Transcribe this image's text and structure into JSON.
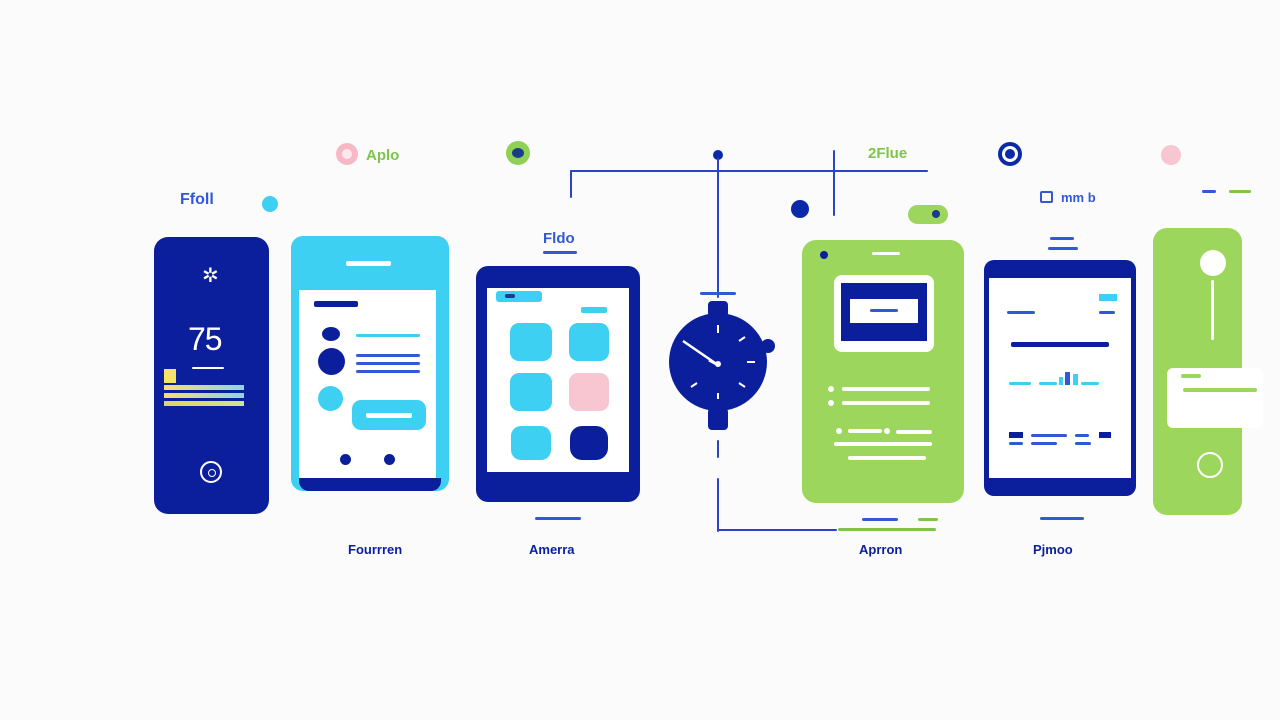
{
  "colors": {
    "navy": "#0b1f9c",
    "sky": "#3dd0f2",
    "green": "#9cd65c",
    "pink": "#f7c6d0",
    "mid_blue": "#3358d6",
    "white": "#ffffff",
    "background": "#fbfbfc"
  },
  "top_labels": {
    "app": "Aplo",
    "flow": "2Flue",
    "fol": "Ffoll",
    "tablet_title": "Fldo",
    "menu": "mm b"
  },
  "bottom_labels": {
    "function": "Fourrren",
    "america": "Amerra",
    "action": "Aprron",
    "phone": "Pjmoo"
  },
  "devices": {
    "left_phone": {
      "glyph": "✲",
      "number": "75"
    }
  },
  "icons": {
    "app_icon": "pink-ring-icon",
    "flow_icon": "green-eye-icon",
    "target_icon": "navy-target-icon",
    "watch_icon": "smartwatch-icon",
    "home_button": "home-button-icon"
  }
}
